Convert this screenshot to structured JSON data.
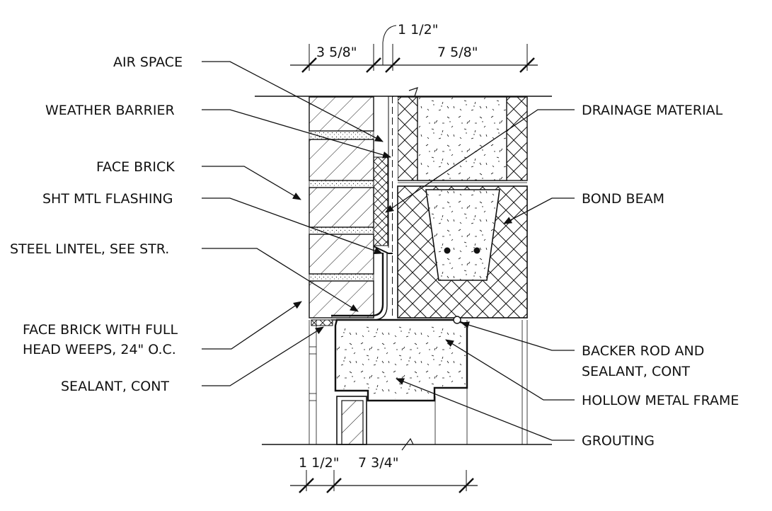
{
  "dimensions": {
    "top_air_gap": "1 1/2\"",
    "top_left": "3 5/8\"",
    "top_right": "7 5/8\"",
    "bottom_left": "1 1/2\"",
    "bottom_right": "7 3/4\""
  },
  "labels_left": [
    "AIR SPACE",
    "WEATHER BARRIER",
    "FACE BRICK",
    "SHT MTL FLASHING",
    "STEEL LINTEL, SEE STR.",
    "FACE BRICK WITH FULL",
    "HEAD WEEPS, 24\" O.C.",
    "SEALANT, CONT"
  ],
  "labels_right": [
    "DRAINAGE MATERIAL",
    "BOND BEAM",
    "BACKER ROD AND",
    "SEALANT, CONT",
    "HOLLOW METAL FRAME",
    "GROUTING"
  ],
  "colors": {
    "line": "#111111",
    "background": "#ffffff"
  }
}
